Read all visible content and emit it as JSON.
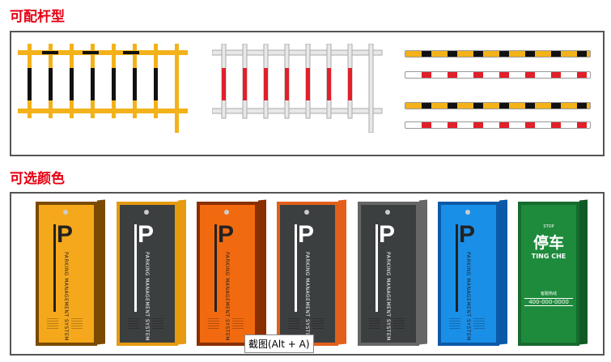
{
  "sections": [
    {
      "title": "可配杆型"
    },
    {
      "title": "可选颜色"
    }
  ],
  "cabinet_text": {
    "letter": "P",
    "system": "PARKING MANAGEMENT SYSTEM"
  },
  "green_cabinet": {
    "stop": "STOP",
    "brand_cn": "停车",
    "brand_en": "TING CHE",
    "hotline_label": "客服热线",
    "phone": "400-000-0000"
  },
  "cabinets": [
    {
      "front": "#f6a81c",
      "trim": "#7a4a00",
      "text": "#222"
    },
    {
      "front": "#3c3f40",
      "trim": "#e59a10",
      "text": "#fff"
    },
    {
      "front": "#f26a10",
      "trim": "#8a3000",
      "text": "#222"
    },
    {
      "front": "#3c3f40",
      "trim": "#e2601a",
      "text": "#fff"
    },
    {
      "front": "#3c3f40",
      "trim": "#666",
      "text": "#fff"
    },
    {
      "front": "#1a8fe8",
      "trim": "#0a5aa8",
      "text": "#222"
    },
    {
      "front": "#1e8a3c",
      "trim": "#0f5a25",
      "text": "#fff"
    }
  ],
  "tooltip": "截图(Alt + A)"
}
